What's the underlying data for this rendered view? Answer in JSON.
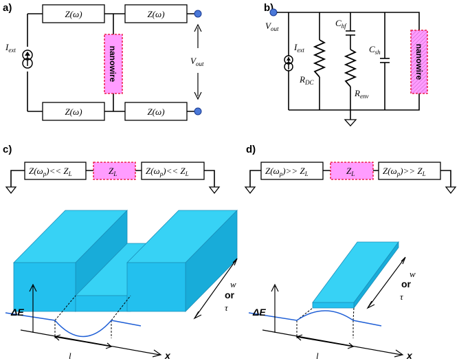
{
  "panels": {
    "a": {
      "label": "a)",
      "z1": "Z(ω)",
      "z2": "Z(ω)",
      "z3": "Z(ω)",
      "z4": "Z(ω)",
      "nanowire": "nanowire",
      "iext_main": "I",
      "iext_sub": "ext",
      "vout_main": "V",
      "vout_sub": "out"
    },
    "b": {
      "label": "b)",
      "vout_main": "V",
      "vout_sub": "out",
      "iext_main": "I",
      "iext_sub": "ext",
      "rdc_main": "R",
      "rdc_sub": "DC",
      "chf_main": "C",
      "chf_sub": "hf",
      "renv_main": "R",
      "renv_sub": "env",
      "csh_main": "C",
      "csh_sub": "sh",
      "nanowire": "nanowire"
    },
    "c": {
      "label": "c)",
      "left_box_main": "Z(ω",
      "left_box_sub": "p",
      "left_box_rest": ")<< Z",
      "left_box_rest_sub": "L",
      "mid_main": "Z",
      "mid_sub": "L",
      "right_box_main": "Z(ω",
      "right_box_sub": "p",
      "right_box_rest": ")<< Z",
      "right_box_rest_sub": "L",
      "w": "w",
      "or": "or",
      "tau": "τ",
      "delta_e": "ΔE",
      "l": "l",
      "x": "x"
    },
    "d": {
      "label": "d)",
      "left_box_main": "Z(ω",
      "left_box_sub": "p",
      "left_box_rest": ")>> Z",
      "left_box_rest_sub": "L",
      "mid_main": "Z",
      "mid_sub": "L",
      "right_box_main": "Z(ω",
      "right_box_sub": "p",
      "right_box_rest": ")>> Z",
      "right_box_rest_sub": "L",
      "w": "w",
      "or": "or",
      "tau": "τ",
      "delta_e": "ΔE",
      "l": "l",
      "x": "x"
    }
  },
  "colors": {
    "nanowire_fill": "#ff9cff",
    "nanowire_border": "#e8002a",
    "block_top": "#37d2f5",
    "block_front": "#23c0ee",
    "block_side": "#18acd9",
    "curve": "#1f5fd6",
    "terminal": "#4a78d8"
  }
}
